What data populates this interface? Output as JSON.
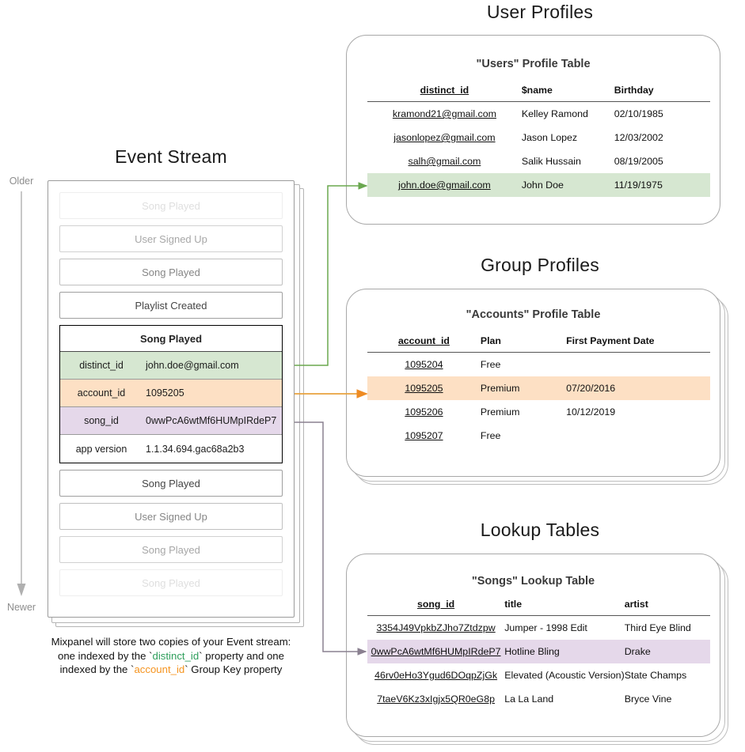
{
  "colors": {
    "green": "#d6e7d1",
    "orange": "#fde0c4",
    "purple": "#e5d8ea",
    "green_line": "#6aa84f",
    "orange_line": "#e8a33d",
    "purple_line": "#8a7f96",
    "token_green": "#2e9e5b",
    "token_orange": "#f5941f"
  },
  "event_stream": {
    "title": "Event Stream",
    "timeline": {
      "top_label": "Older",
      "bottom_label": "Newer"
    },
    "events_before": [
      {
        "label": "Song Played",
        "fade": "f1"
      },
      {
        "label": "User Signed Up",
        "fade": "f2"
      },
      {
        "label": "Song Played",
        "fade": "f3"
      },
      {
        "label": "Playlist Created",
        "fade": "f4"
      }
    ],
    "expanded": {
      "title": "Song Played",
      "properties": [
        {
          "key": "distinct_id",
          "value": "john.doe@gmail.com",
          "highlight": "green"
        },
        {
          "key": "account_id",
          "value": "1095205",
          "highlight": "orange"
        },
        {
          "key": "song_id",
          "value": "0wwPcA6wtMf6HUMpIRdeP7",
          "highlight": "purple"
        },
        {
          "key": "app version",
          "value": "1.1.34.694.gac68a2b3",
          "highlight": "none"
        }
      ]
    },
    "events_after": [
      {
        "label": "Song Played",
        "fade": "f4"
      },
      {
        "label": "User Signed Up",
        "fade": "f3"
      },
      {
        "label": "Song Played",
        "fade": "f2"
      },
      {
        "label": "Song Played",
        "fade": "f1"
      }
    ],
    "caption": {
      "line1": "Mixpanel will store two copies of your Event stream:",
      "line2_pre": "one indexed by the `",
      "line2_token": "distinct_id",
      "line2_post": "` property and one",
      "line3_pre": "indexed by the `",
      "line3_token": "account_id",
      "line3_post": "` Group Key property"
    }
  },
  "user_profiles": {
    "section_title": "User Profiles",
    "table_title": "\"Users\" Profile Table",
    "columns": [
      "distinct_id",
      "$name",
      "Birthday"
    ],
    "rows": [
      {
        "cells": [
          "kramond21@gmail.com",
          "Kelley Ramond",
          "02/10/1985"
        ],
        "highlight": "none"
      },
      {
        "cells": [
          "jasonlopez@gmail.com",
          "Jason Lopez",
          "12/03/2002"
        ],
        "highlight": "none"
      },
      {
        "cells": [
          "salh@gmail.com",
          "Salik Hussain",
          "08/19/2005"
        ],
        "highlight": "none"
      },
      {
        "cells": [
          "john.doe@gmail.com",
          "John Doe",
          "11/19/1975"
        ],
        "highlight": "green"
      }
    ]
  },
  "group_profiles": {
    "section_title": "Group Profiles",
    "table_title": "\"Accounts\" Profile Table",
    "columns": [
      "account_id",
      "Plan",
      "First Payment Date"
    ],
    "rows": [
      {
        "cells": [
          "1095204",
          "Free",
          ""
        ],
        "highlight": "none"
      },
      {
        "cells": [
          "1095205",
          "Premium",
          "07/20/2016"
        ],
        "highlight": "orange"
      },
      {
        "cells": [
          "1095206",
          "Premium",
          "10/12/2019"
        ],
        "highlight": "none"
      },
      {
        "cells": [
          "1095207",
          "Free",
          ""
        ],
        "highlight": "none"
      }
    ]
  },
  "lookup_tables": {
    "section_title": "Lookup Tables",
    "table_title": "\"Songs\" Lookup Table",
    "columns": [
      "song_id",
      "title",
      "artist"
    ],
    "rows": [
      {
        "cells": [
          "3354J49VpkbZJho7Ztdzpw",
          "Jumper - 1998 Edit",
          "Third Eye Blind"
        ],
        "highlight": "none"
      },
      {
        "cells": [
          "0wwPcA6wtMf6HUMpIRdeP7",
          "Hotline Bling",
          "Drake"
        ],
        "highlight": "purple"
      },
      {
        "cells": [
          "46rv0eHo3Ygud6DOqpZjGk",
          "Elevated (Acoustic Version)",
          "State Champs"
        ],
        "highlight": "none"
      },
      {
        "cells": [
          "7taeV6Kz3xIgjx5QR0eG8p",
          "La La Land",
          "Bryce Vine"
        ],
        "highlight": "none"
      }
    ]
  }
}
